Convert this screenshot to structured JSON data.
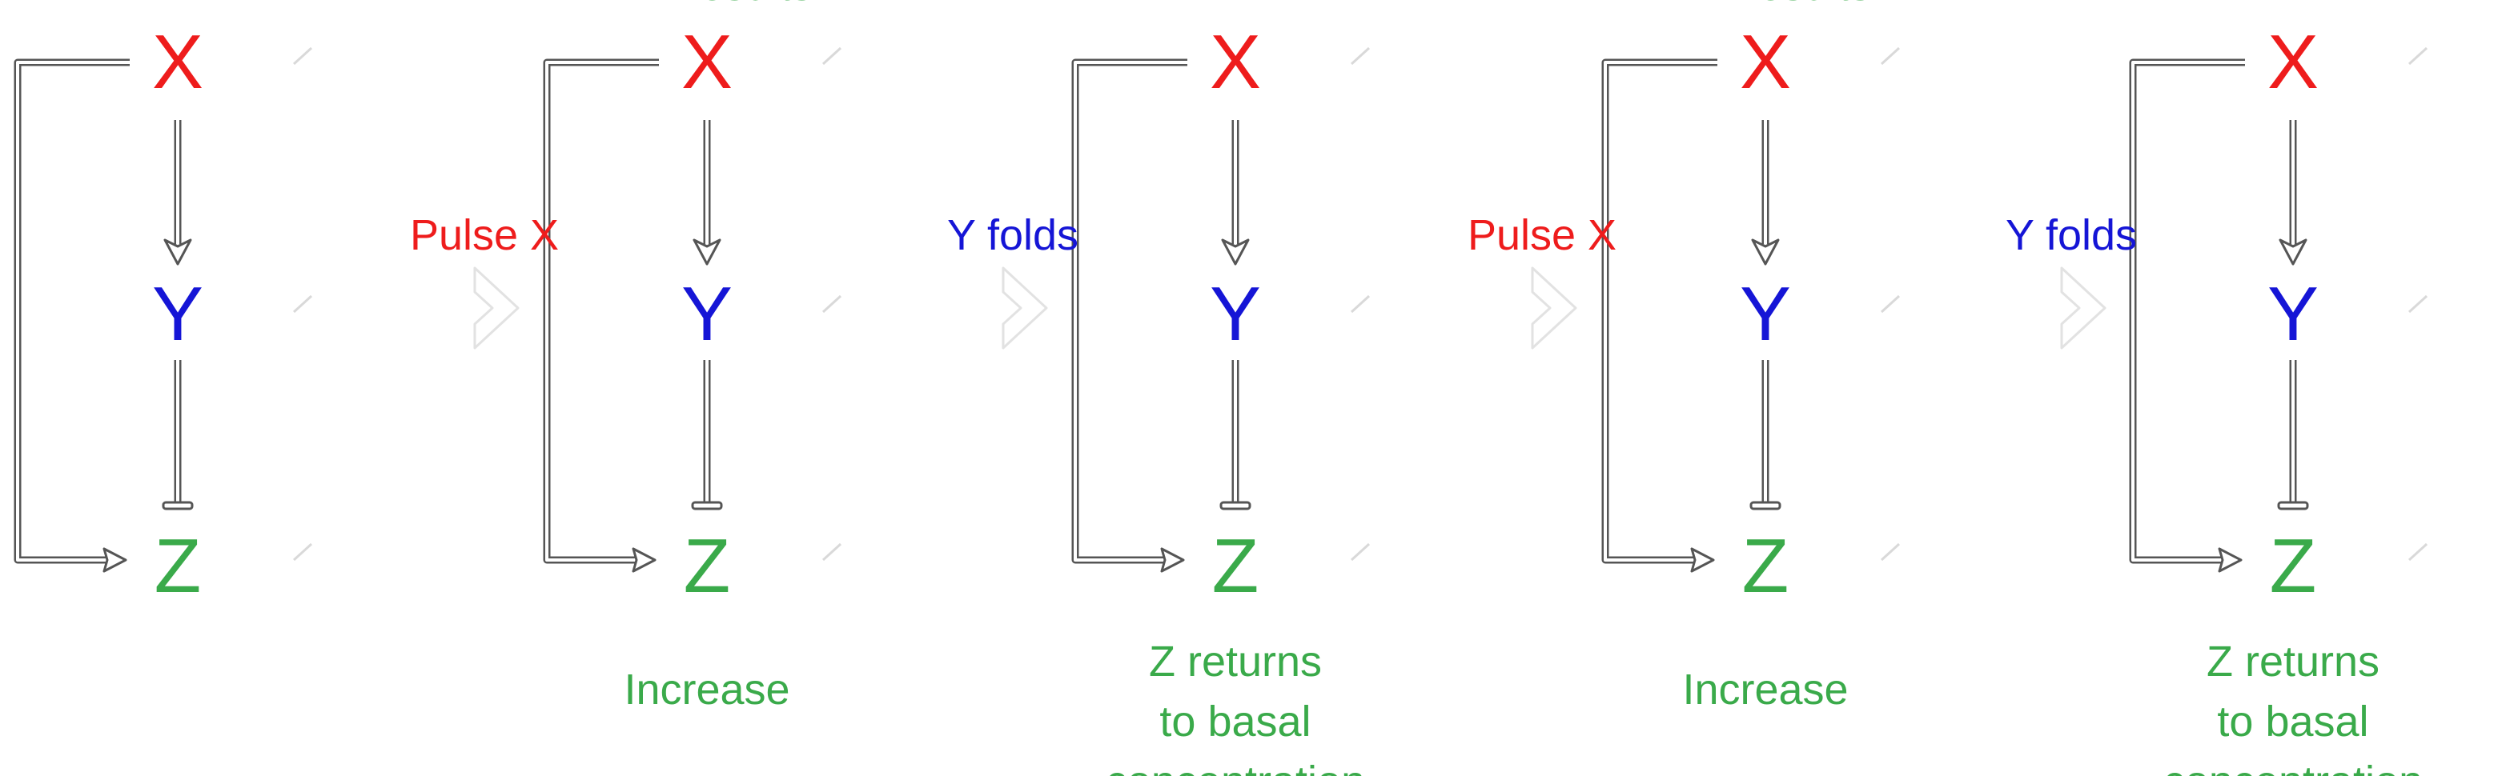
{
  "colors": {
    "x": "#ee1c1c",
    "y": "#1515d6",
    "z": "#3aaa4a",
    "line": "#555555"
  },
  "panels": [
    {
      "x": "X",
      "y": "Y",
      "z": "Z",
      "caption": []
    },
    {
      "x": "X",
      "y": "Y",
      "z": "Z",
      "caption": [
        "Increase",
        "in Z results"
      ]
    },
    {
      "x": "X",
      "y": "Y",
      "z": "Z",
      "caption": [
        "Z returns",
        "to basal",
        "concentration"
      ]
    },
    {
      "x": "X",
      "y": "Y",
      "z": "Z",
      "caption": [
        "Increase",
        "in Z results"
      ]
    },
    {
      "x": "X",
      "y": "Y",
      "z": "Z",
      "caption": [
        "Z returns",
        "to basal",
        "concentration"
      ]
    }
  ],
  "steps": [
    {
      "label": "Pulse X",
      "color": "#ee1c1c"
    },
    {
      "label": "Y folds",
      "color": "#1515d6"
    },
    {
      "label": "Pulse X",
      "color": "#ee1c1c"
    },
    {
      "label": "Y folds",
      "color": "#1515d6"
    }
  ]
}
